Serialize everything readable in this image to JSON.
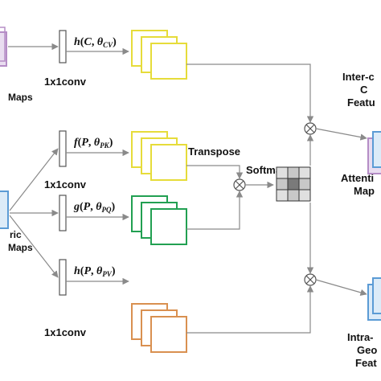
{
  "colors": {
    "yellow": "#e6dc3a",
    "green": "#22a052",
    "orange": "#d99050",
    "purple": "#b58dc6",
    "blue": "#5b9bd5",
    "lilac_fill": "#e9ddf0",
    "blue_fill": "#dcebf8",
    "arrow": "#8a8a8a"
  },
  "labels": {
    "conv_top": "1x1conv",
    "conv_pk": "1x1conv",
    "conv_pv": "1x1conv",
    "maps_top": "Maps",
    "maps_mid_a": "ric",
    "maps_mid_b": "Maps",
    "transpose": "Transpose",
    "softmax": "Softmax",
    "attention_a": "Attenti",
    "attention_b": "Map",
    "inter_a": "Inter-c",
    "inter_b": "C",
    "inter_c": "Featu",
    "intra_a": "Intra-",
    "intra_b": "Geo",
    "intra_c": "Feat"
  },
  "formulas": {
    "hcv": {
      "fn": "h",
      "arg": "C",
      "theta": "θ",
      "sub": "CV"
    },
    "fpk": {
      "fn": "f",
      "arg": "P",
      "theta": "θ",
      "sub": "PK"
    },
    "gpq": {
      "fn": "g",
      "arg": "P",
      "theta": "θ",
      "sub": "PQ"
    },
    "hpv": {
      "fn": "h",
      "arg": "P",
      "theta": "θ",
      "sub": "PV"
    }
  },
  "symbols": {
    "otimes": "⊗"
  }
}
